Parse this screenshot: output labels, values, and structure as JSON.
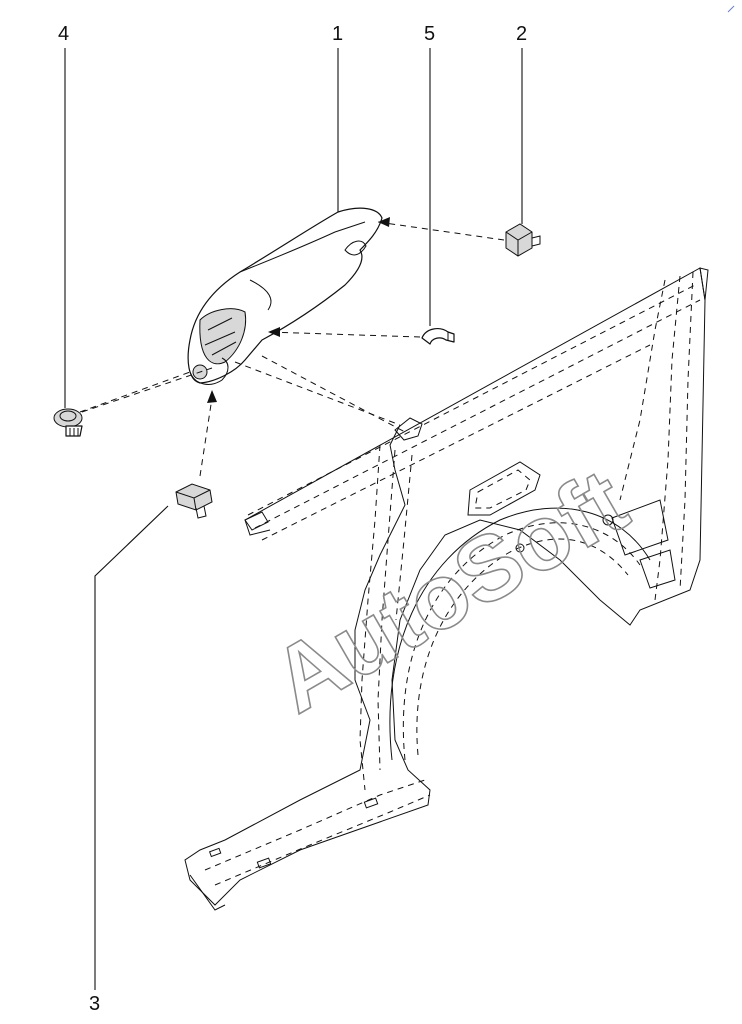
{
  "callouts": {
    "c1": "1",
    "c2": "2",
    "c3": "3",
    "c4": "4",
    "c5": "5"
  },
  "watermark": "AutoSoft",
  "colors": {
    "line": "#111111",
    "watermark": "#8a8a8a",
    "background": "#ffffff"
  }
}
